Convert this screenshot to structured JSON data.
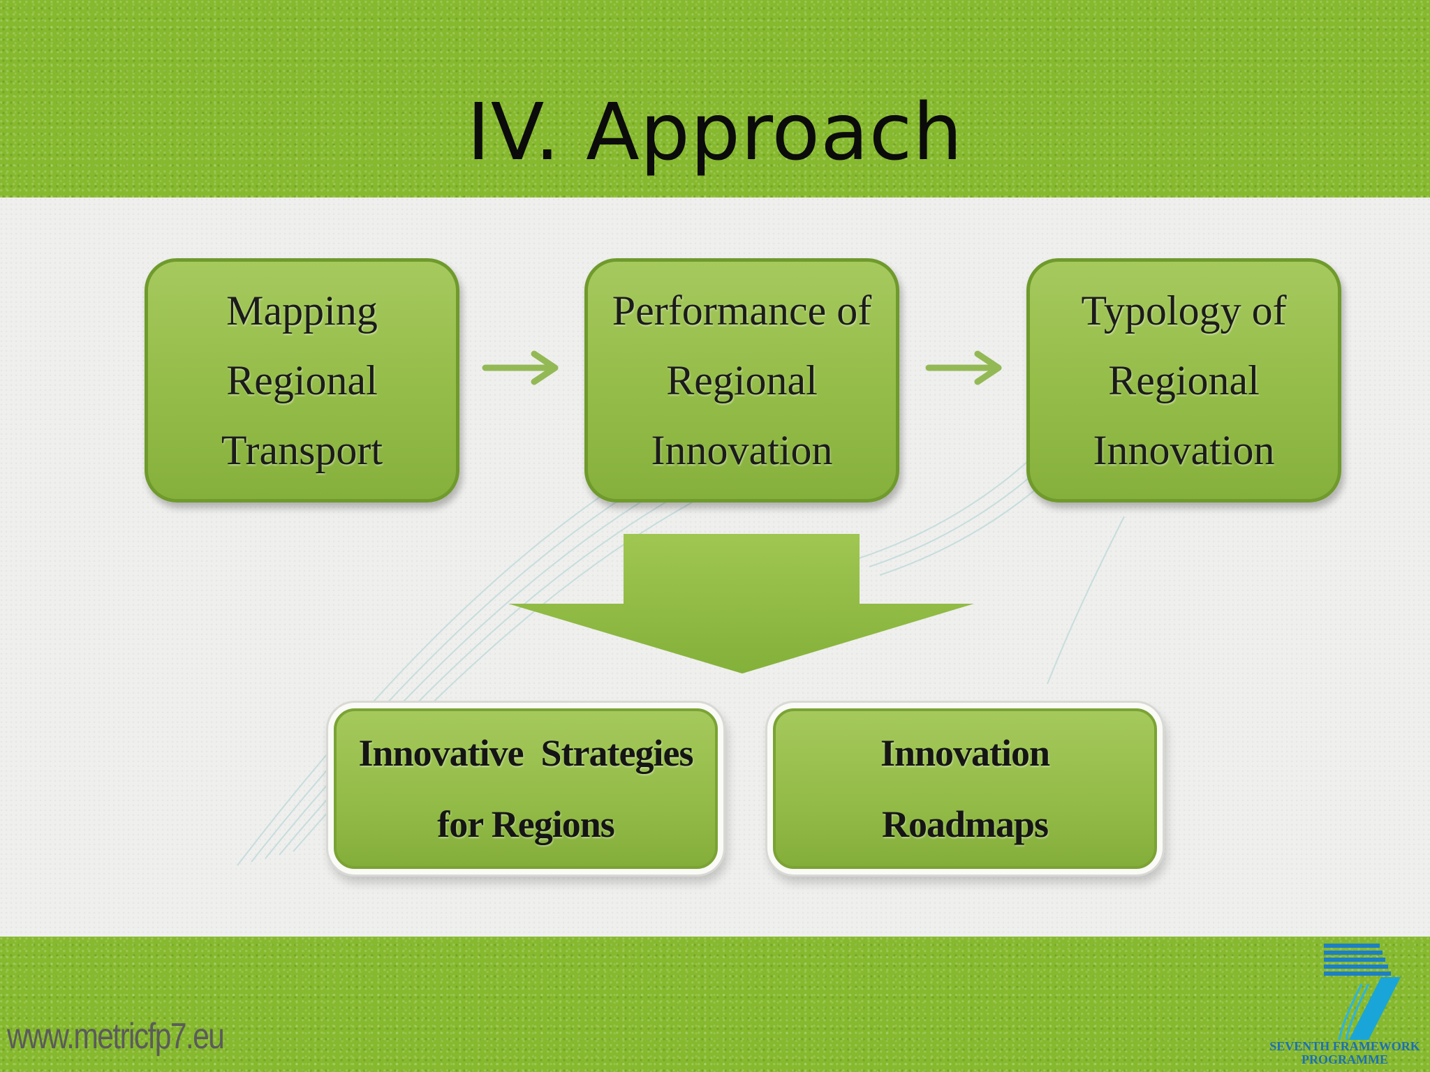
{
  "slide": {
    "title": "IV.  Approach"
  },
  "flow": {
    "steps": [
      {
        "lines": [
          "Mapping",
          "Regional",
          "Transport"
        ]
      },
      {
        "lines": [
          "Performance of",
          "Regional",
          "Innovation"
        ]
      },
      {
        "lines": [
          "Typology of",
          "Regional",
          "Innovation"
        ]
      }
    ],
    "outcomes": [
      {
        "lines": [
          "Innovative  Strategies",
          "for Regions"
        ]
      },
      {
        "lines": [
          "Innovation",
          "Roadmaps"
        ]
      }
    ]
  },
  "footer": {
    "url": "www.metricfp7.eu",
    "logo_text_line1": "SEVENTH FRAMEWORK",
    "logo_text_line2": "PROGRAMME"
  },
  "colors": {
    "band_green": "#86b92e",
    "box_green": "#94bc48",
    "arrow_green": "#8fba3f",
    "logo_blue": "#1d6fb2"
  }
}
